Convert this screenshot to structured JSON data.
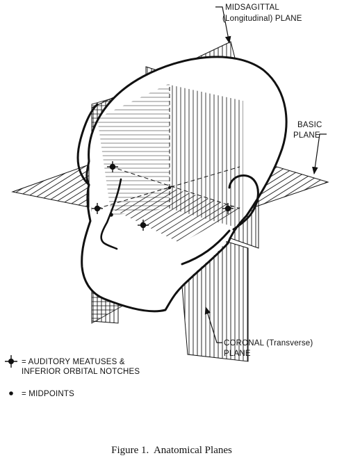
{
  "labels": {
    "midsagittal_1": "MIDSAGITTAL",
    "midsagittal_2": "(Longitudinal) PLANE",
    "basic_1": "BASIC",
    "basic_2": "PLANE",
    "coronal_1": "CORONAL (Transverse)",
    "coronal_2": "PLANE"
  },
  "legend": {
    "item1_line1": "= AUDITORY MEATUSES &",
    "item1_line2": "INFERIOR ORBITAL NOTCHES",
    "item2": "= MIDPOINTS"
  },
  "caption": "Figure 1.  Anatomical Planes",
  "colors": {
    "ink": "#111111",
    "paper": "#ffffff"
  }
}
